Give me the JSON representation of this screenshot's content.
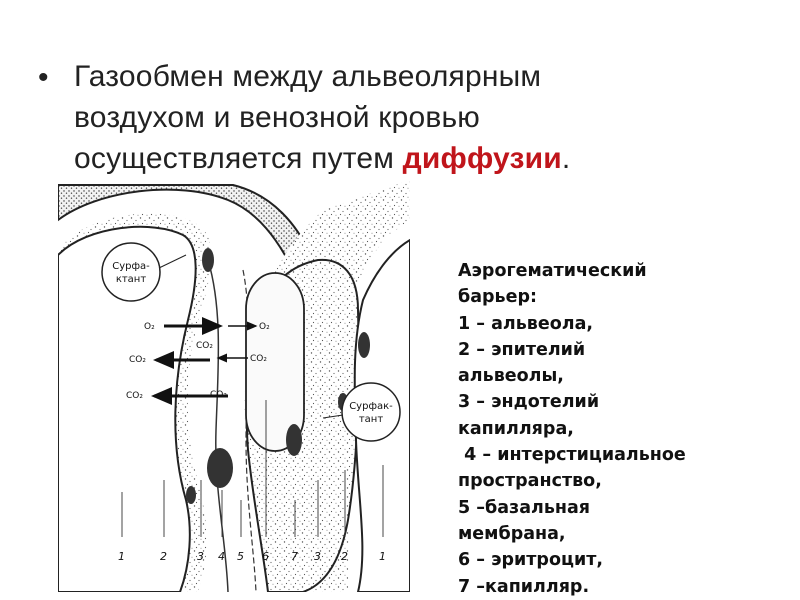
{
  "slide": {
    "bullet": "•",
    "heading_line1": "Газообмен между альвеолярным",
    "heading_line2": "воздухом и венозной кровью",
    "heading_line3_start": "осуществляется путем ",
    "heading_line3_accent": "диффузии",
    "heading_line3_end": ".",
    "accent_color": "#c0151b"
  },
  "diagram": {
    "surfactant_label_top": [
      "Сурфа-",
      "ктант"
    ],
    "surfactant_label_right": [
      "Сурфак-",
      "тант"
    ],
    "gas_labels": [
      "O₂",
      "O₂",
      "CO₂",
      "CO₂",
      "CO₂",
      "CO₂",
      "CO₂"
    ],
    "number_labels": [
      "1",
      "2",
      "3",
      "4",
      "5",
      "6",
      "7",
      "3",
      "2",
      "1"
    ]
  },
  "legend": {
    "lines": [
      "Аэрогематический",
      "барьер:",
      "1 – альвеола,",
      "2 – эпителий",
      "альвеолы,",
      "3 – эндотелий",
      "капилляра,",
      " 4 – интерстициальное",
      "пространство,",
      "5 –базальная",
      "мембрана,",
      "6 – эритроцит,",
      "7 –капилляр."
    ]
  }
}
